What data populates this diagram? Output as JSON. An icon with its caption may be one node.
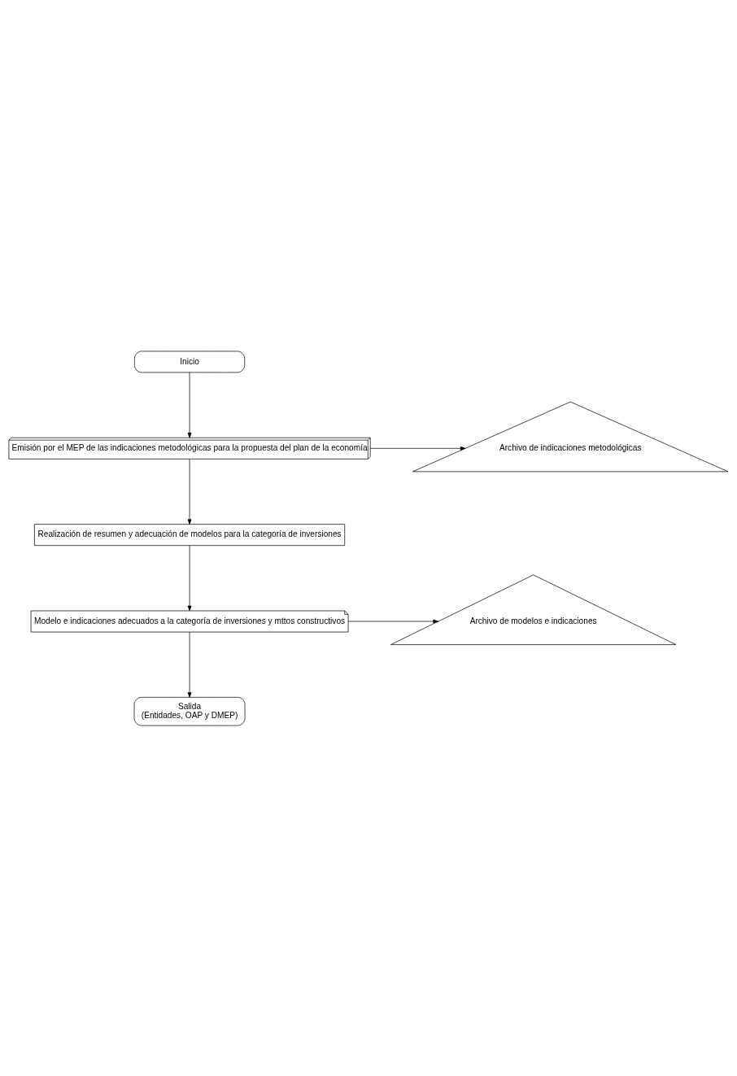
{
  "diagram": {
    "nodes": [
      {
        "text": [
          "Inicio"
        ]
      },
      {
        "text": [
          "Emisión por el MEP de las indicaciones metodológicas para la propuesta del plan de la economía"
        ]
      },
      {
        "text": [
          "Archivo de indicaciones metodológicas"
        ]
      },
      {
        "text": [
          "Realización de resumen y adecuación de modelos para la categoría de inversiones"
        ]
      },
      {
        "text": [
          "Modelo e indicaciones adecuados a la categoría de inversiones y mttos constructivos"
        ]
      },
      {
        "text": [
          "Archivo de modelos e indicaciones"
        ]
      },
      {
        "text": [
          "Salida",
          "(Entidades, OAP y DMEP)"
        ]
      }
    ],
    "edges": [
      {
        "from": 0,
        "to": 1,
        "arrow": "to"
      },
      {
        "from": 1,
        "to": 2,
        "arrow": "to"
      },
      {
        "from": 1,
        "to": 3,
        "arrow": "to"
      },
      {
        "from": 3,
        "to": 4,
        "arrow": "to"
      },
      {
        "from": 4,
        "to": 5,
        "arrow": "to"
      },
      {
        "from": 4,
        "to": 6,
        "arrow": "to"
      }
    ]
  }
}
